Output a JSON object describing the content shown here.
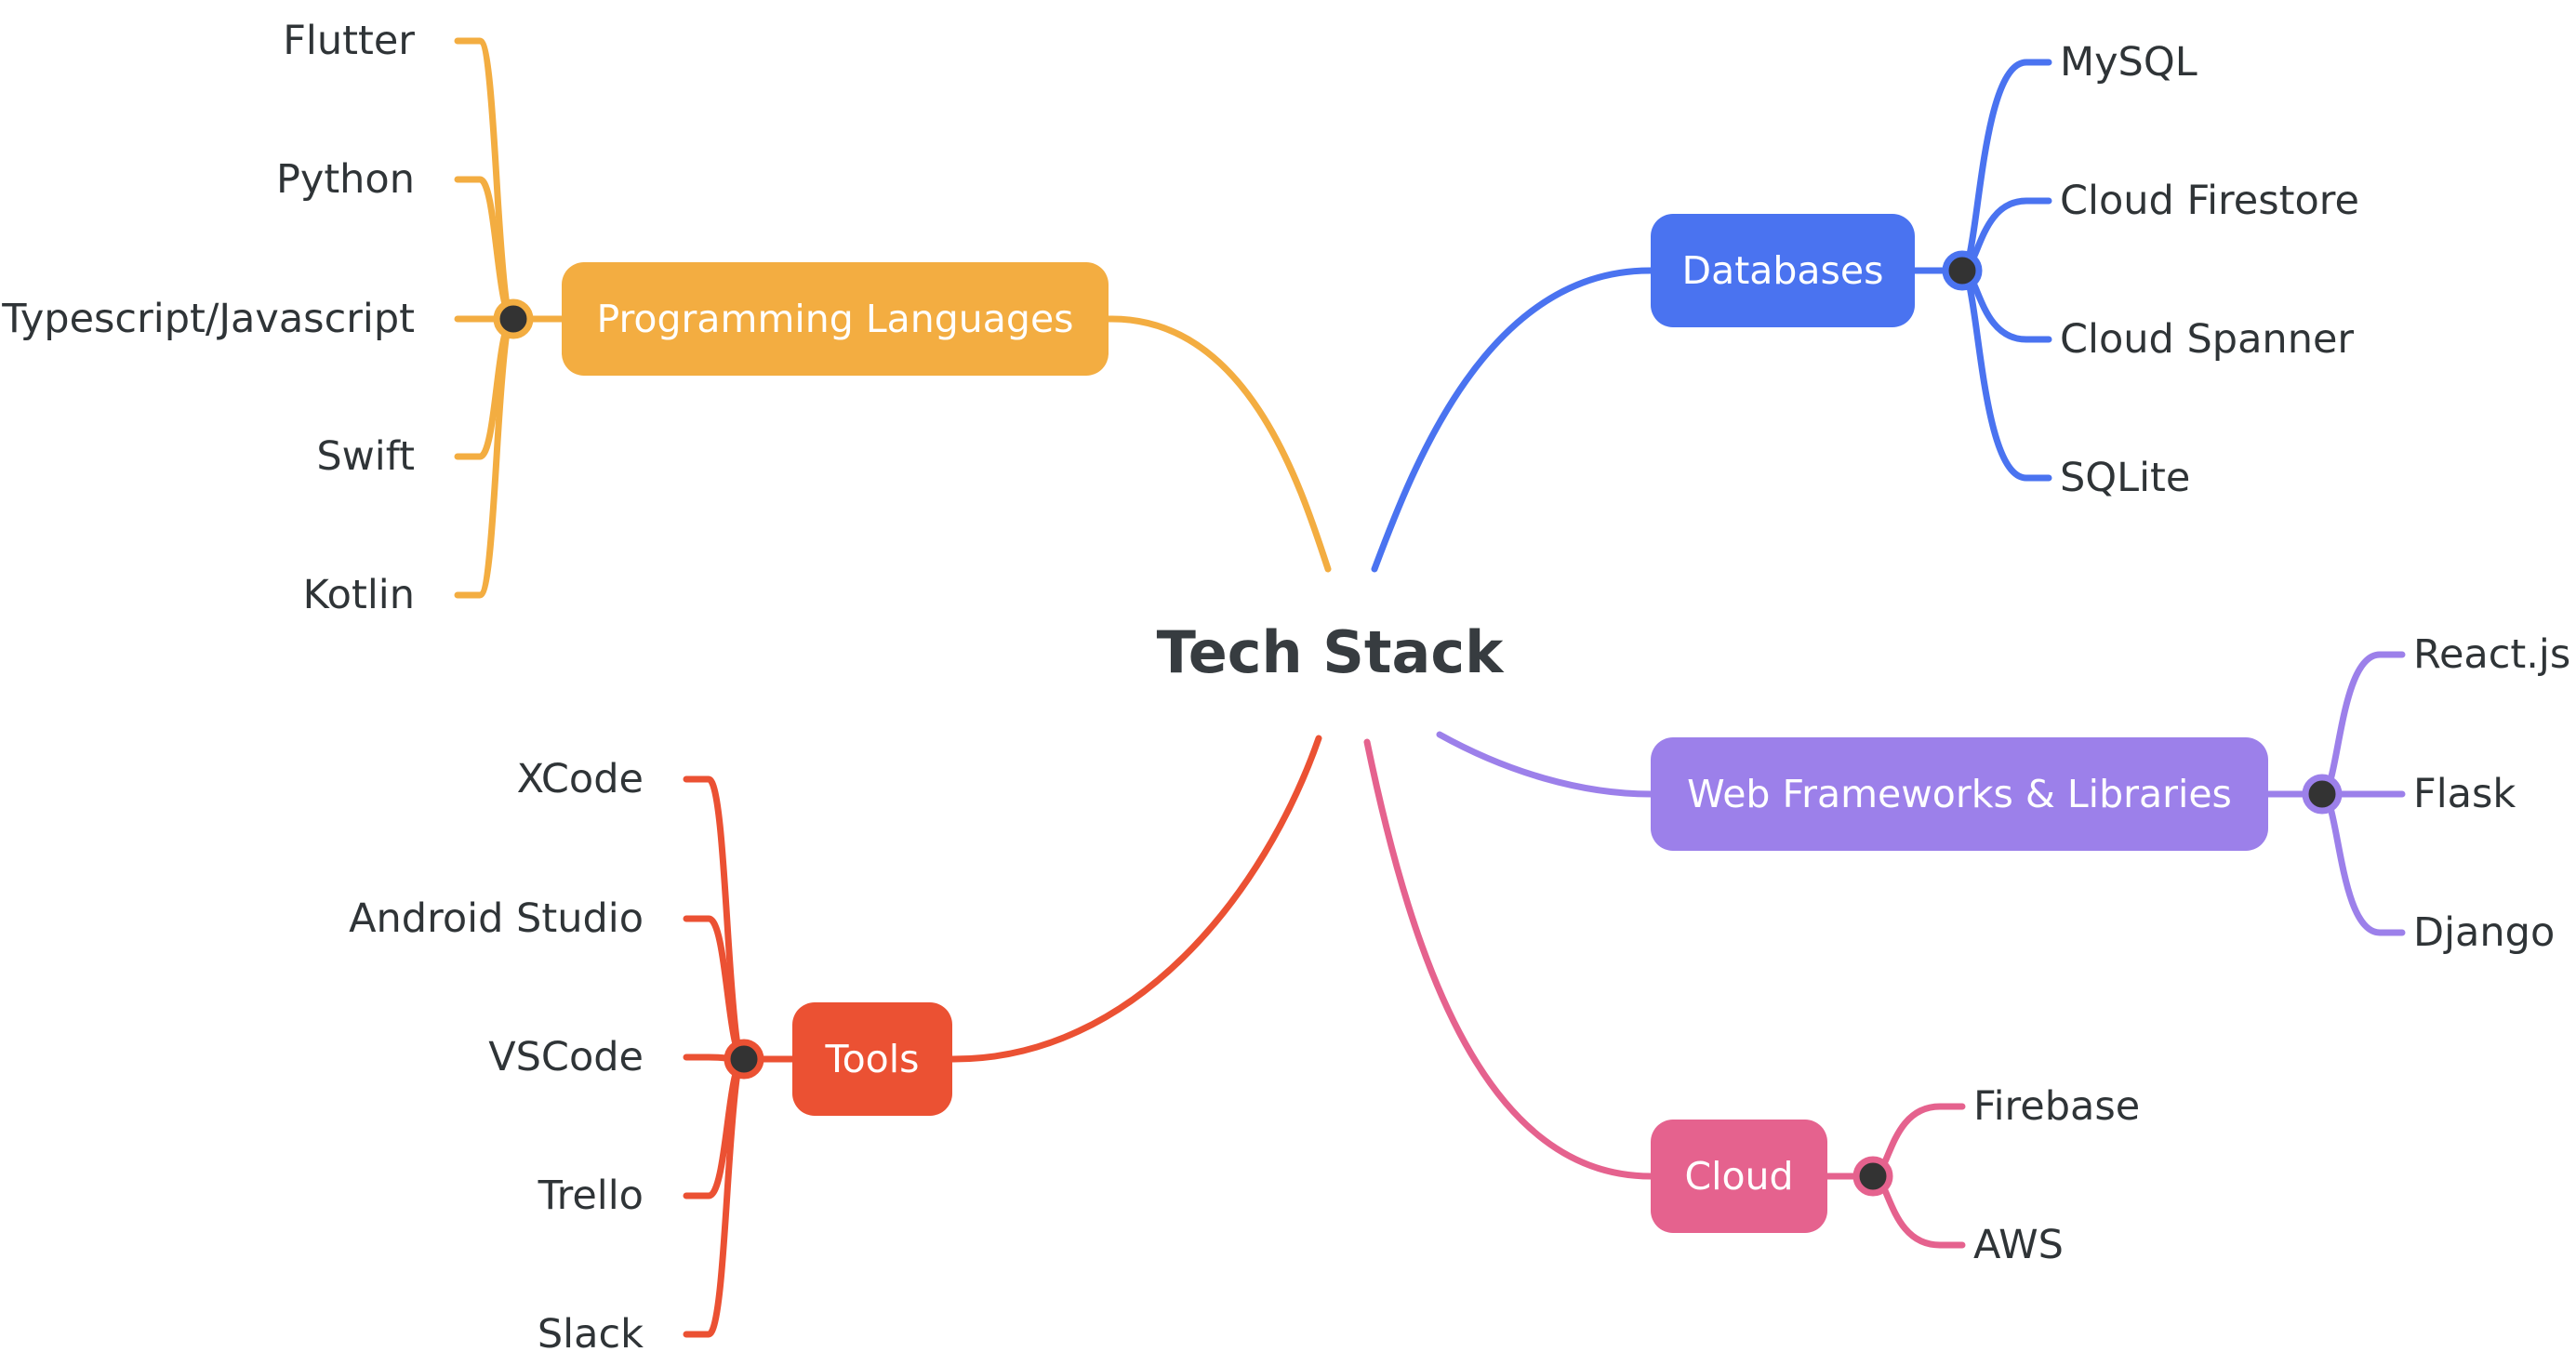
{
  "root": {
    "label": "Tech Stack"
  },
  "colors": {
    "programming": "#f3ad41",
    "databases": "#4a73f0",
    "web": "#9c80ea",
    "tools": "#eb5133",
    "cloud": "#e5628e"
  },
  "branches": {
    "programming": {
      "label": "Programming Languages",
      "children": [
        "Flutter",
        "Python",
        "Typescript/Javascript",
        "Swift",
        "Kotlin"
      ]
    },
    "databases": {
      "label": "Databases",
      "children": [
        "MySQL",
        "Cloud Firestore",
        "Cloud Spanner",
        "SQLite"
      ]
    },
    "web": {
      "label": "Web Frameworks & Libraries",
      "children": [
        "React.js",
        "Flask",
        "Django"
      ]
    },
    "tools": {
      "label": "Tools",
      "children": [
        "XCode",
        "Android Studio",
        "VSCode",
        "Trello",
        "Slack"
      ]
    },
    "cloud": {
      "label": "Cloud",
      "children": [
        "Firebase",
        "AWS"
      ]
    }
  }
}
